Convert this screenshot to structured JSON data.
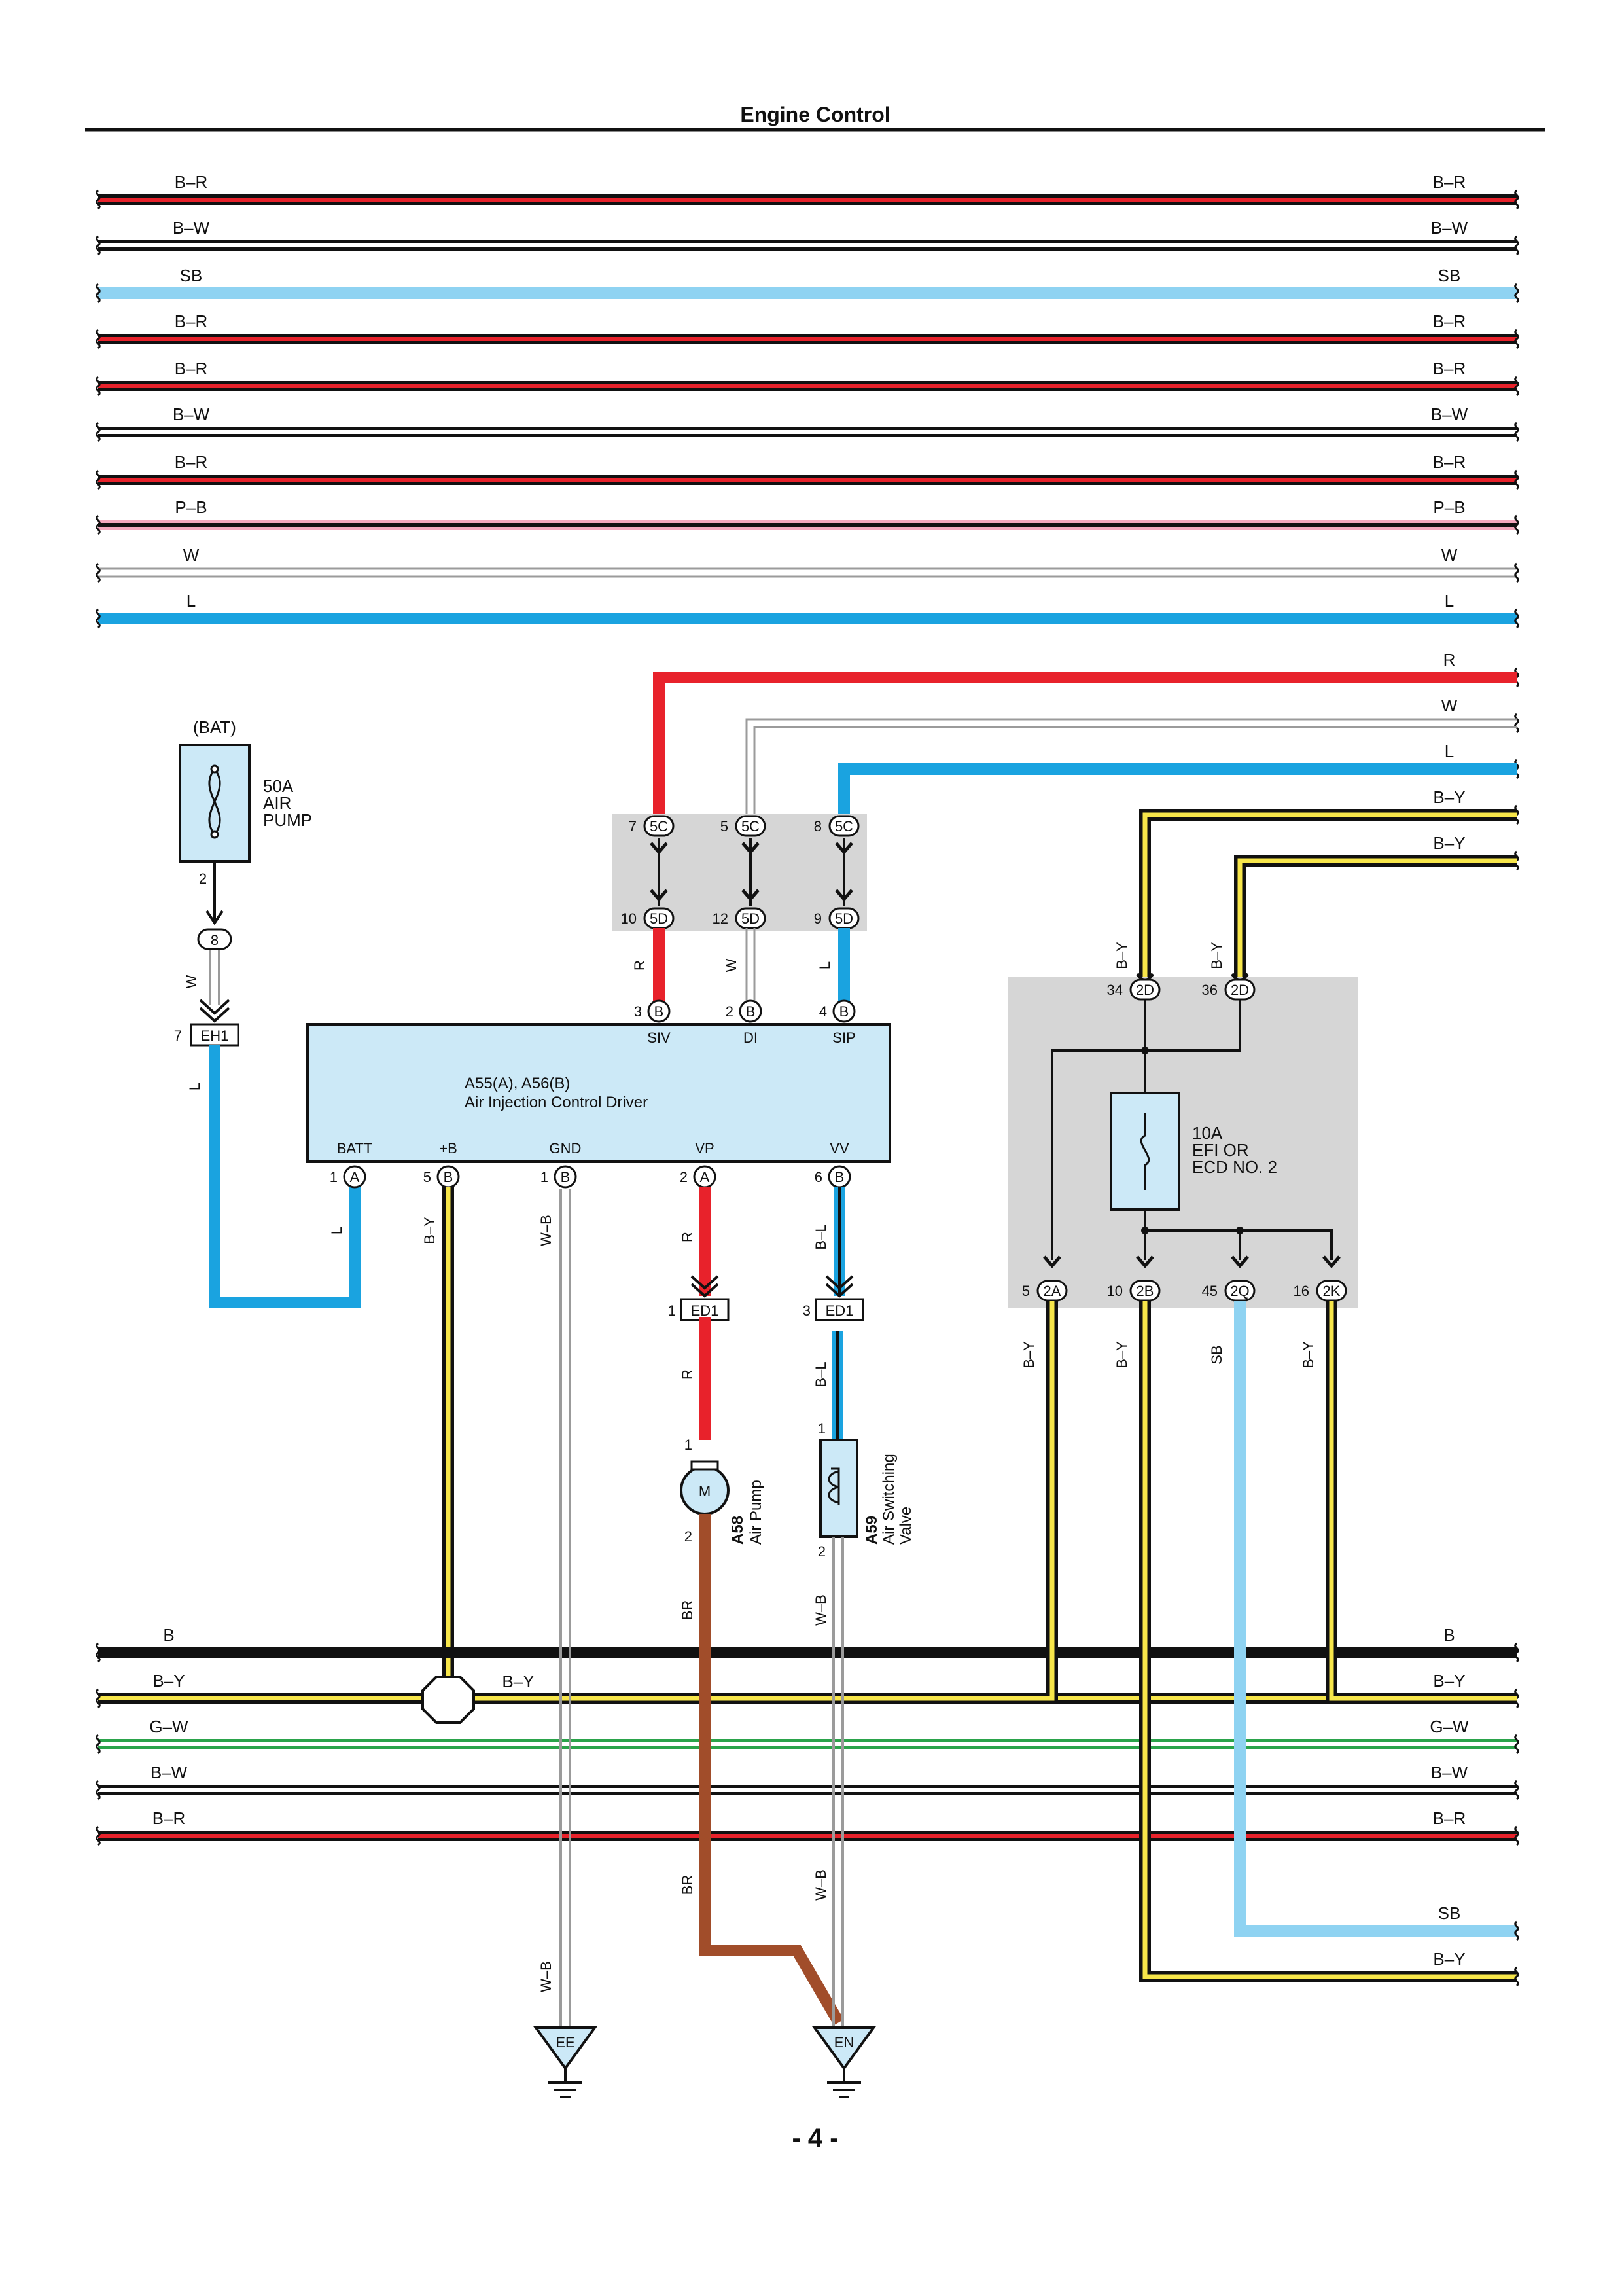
{
  "page": {
    "title": "Engine Control",
    "page_number": "- 4 -"
  },
  "colors": {
    "R": "#e8222b",
    "L": "#1aa3e0",
    "SB": "#8fd3f2",
    "W": "#9b9b9b",
    "BR": "#a14d2a",
    "Y": "#f7e64a",
    "G": "#2aa34a",
    "B": "#111111",
    "PINK": "#f3a8bd",
    "BOX": "#d6d6d6",
    "ECU": "#cce9f7"
  },
  "top_bus": [
    "B–R",
    "B–W",
    "SB",
    "B–R",
    "B–R",
    "B–W",
    "B–R",
    "P–B",
    "W",
    "L"
  ],
  "right_incoming": [
    "R",
    "W",
    "L",
    "B–Y",
    "B–Y"
  ],
  "bottom_bus": [
    "B",
    "B–Y",
    "G–W",
    "B–W",
    "B–R"
  ],
  "bottom_right_outgoing": [
    "SB",
    "B–Y"
  ],
  "bat": {
    "label": "(BAT)",
    "fuse": [
      "50A",
      "AIR",
      "PUMP"
    ],
    "pin": "2",
    "junction": "8",
    "wire": "W",
    "connector": "EH1",
    "connector_pin": "7",
    "wire2": "L"
  },
  "junction_5c5d": [
    {
      "top_pin": "7",
      "top": "5C",
      "bottom_pin": "10",
      "bottom": "5D",
      "wire": "R"
    },
    {
      "top_pin": "5",
      "top": "5C",
      "bottom_pin": "12",
      "bottom": "5D",
      "wire": "W"
    },
    {
      "top_pin": "8",
      "top": "5C",
      "bottom_pin": "9",
      "bottom": "5D",
      "wire": "L"
    }
  ],
  "ecu": {
    "name": "A55(A), A56(B)",
    "desc": "Air Injection Control Driver",
    "top_pins": [
      {
        "num": "3",
        "conn": "B",
        "label": "SIV"
      },
      {
        "num": "2",
        "conn": "B",
        "label": "DI"
      },
      {
        "num": "4",
        "conn": "B",
        "label": "SIP"
      }
    ],
    "bottom_pins": [
      {
        "num": "1",
        "conn": "A",
        "label": "BATT",
        "wire": "L"
      },
      {
        "num": "5",
        "conn": "B",
        "label": "+B",
        "wire": "B–Y"
      },
      {
        "num": "1",
        "conn": "B",
        "label": "GND",
        "wire": "W–B"
      },
      {
        "num": "2",
        "conn": "A",
        "label": "VP",
        "wire": "R"
      },
      {
        "num": "6",
        "conn": "B",
        "label": "VV",
        "wire": "B–L"
      }
    ]
  },
  "ed1": [
    {
      "pin": "1",
      "name": "ED1",
      "wire_after": "R"
    },
    {
      "pin": "3",
      "name": "ED1",
      "wire_after": "B–L"
    }
  ],
  "air_pump": {
    "code": "A58",
    "name": "Air Pump",
    "symbol": "M",
    "pin_top": "1",
    "pin_bottom": "2",
    "wire": "BR"
  },
  "switching_valve": {
    "code": "A59",
    "name": [
      "Air Switching",
      "Valve"
    ],
    "pin_top": "1",
    "pin_bottom": "2",
    "wire": "W–B"
  },
  "efi_box": {
    "top_pins": [
      {
        "num": "34",
        "conn": "2D",
        "wire": "B–Y"
      },
      {
        "num": "36",
        "conn": "2D",
        "wire": "B–Y"
      }
    ],
    "fuse": [
      "10A",
      "EFI OR",
      "ECD NO. 2"
    ],
    "bottom_pins": [
      {
        "num": "5",
        "conn": "2A",
        "wire": "B–Y"
      },
      {
        "num": "10",
        "conn": "2B",
        "wire": "B–Y"
      },
      {
        "num": "45",
        "conn": "2Q",
        "wire": "SB"
      },
      {
        "num": "16",
        "conn": "2K",
        "wire": "B–Y"
      }
    ]
  },
  "splice_label": "B–Y",
  "grounds": [
    {
      "name": "EE",
      "wire": "W–B"
    },
    {
      "name": "EN",
      "wire": "W–B",
      "wire2": "BR"
    }
  ]
}
